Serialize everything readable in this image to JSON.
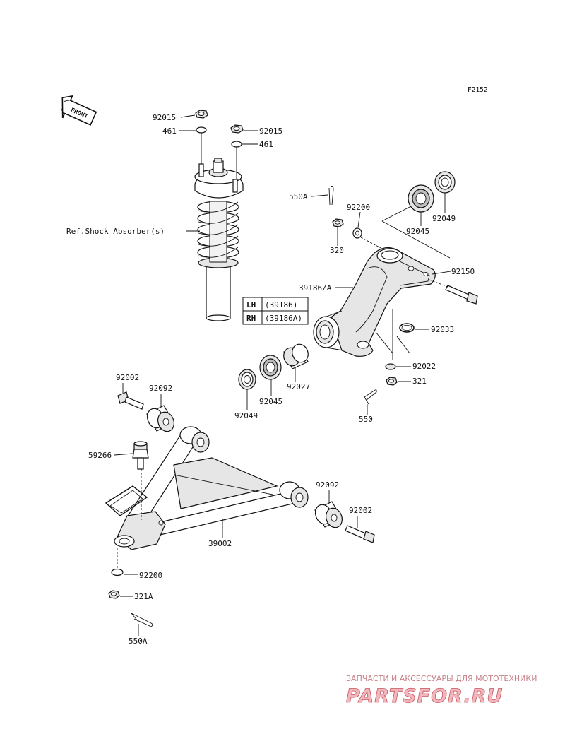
{
  "figure_code": "F2152",
  "front_label": "FRONT",
  "parts": {
    "nut_92015_a": "92015",
    "washer_461_a": "461",
    "nut_92015_b": "92015",
    "washer_461_b": "461",
    "shock_ref": "Ref.Shock Absorber(s)",
    "pin_550A_top": "550A",
    "washer_92200_top": "92200",
    "nut_320": "320",
    "seal_92049_top": "92049",
    "bearing_92045_top": "92045",
    "bolt_92150": "92150",
    "knuckle_39186A": "39186/A",
    "circlip_92033": "92033",
    "washer_92022": "92022",
    "nut_321": "321",
    "pin_550": "550",
    "spacer_92027": "92027",
    "bearing_92045_bot": "92045",
    "seal_92049_bot": "92049",
    "bolt_92002_left": "92002",
    "bushing_92092_left": "92092",
    "balljoint_59266": "59266",
    "bushing_92092_right": "92092",
    "bolt_92002_right": "92002",
    "arm_39002": "39002",
    "washer_92200_bot": "92200",
    "nut_321A": "321A",
    "pin_550A_bot": "550A"
  },
  "side_table": {
    "rows": [
      {
        "side": "LH",
        "part": "(39186)"
      },
      {
        "side": "RH",
        "part": "(39186A)"
      }
    ]
  },
  "watermark": {
    "line1": "ЗАПЧАСТИ И АКСЕССУАРЫ ДЛЯ МОТОТЕХНИКИ",
    "line2": "PARTSFOR.RU"
  },
  "colors": {
    "ink": "#111111",
    "watermark_fill": "#f0b7bc",
    "watermark_stroke": "#c9545f"
  }
}
